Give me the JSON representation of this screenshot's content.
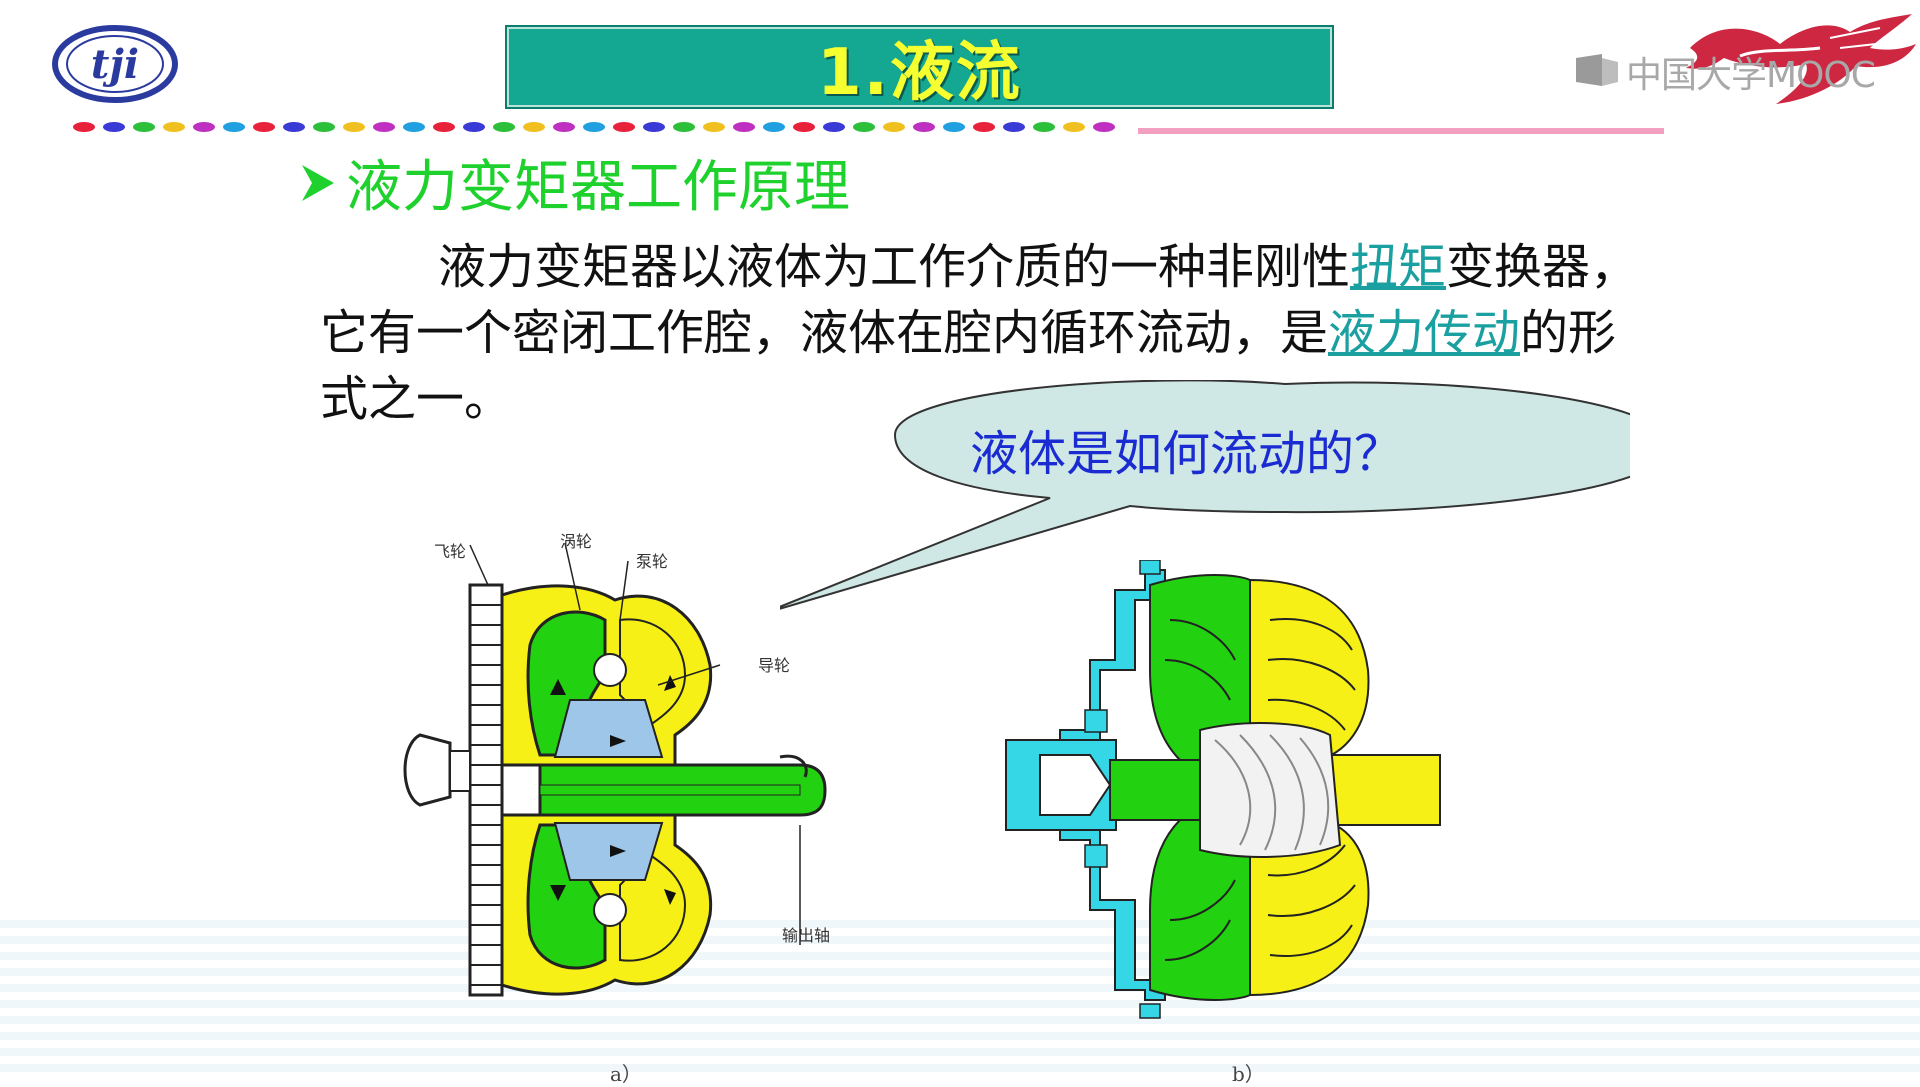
{
  "slide": {
    "title": "1.液流",
    "watermark": "中国大学MOOC",
    "heading_arrow": "➢",
    "heading": "液力变矩器工作原理",
    "para": {
      "p1": "液力变矩器以液体为工作介质的一种非刚性",
      "link1": "扭矩",
      "p2": "变换器，它有一个密闭工作腔，液体在腔内循环流动，是",
      "link2": "液力传动",
      "p3": "的形式之一。"
    },
    "bubble": "液体是如何流动的？",
    "figure_a": {
      "labels": {
        "flywheel": "飞轮",
        "turbine": "涡轮",
        "pump": "泵轮",
        "stator": "导轮",
        "output_shaft": "输出轴"
      },
      "caption": "a）"
    },
    "figure_b": {
      "caption": "b）"
    }
  },
  "colors": {
    "title_bg": "#14a892",
    "title_text": "#f6ff2f",
    "heading": "#1fd12d",
    "link": "#1aa0a0",
    "bubble_fill": "#cfe8e6",
    "bubble_text": "#1a2bd1",
    "turbine": "#22d10f",
    "pump": "#f6f016",
    "stator": "#9ec6e8"
  },
  "icons": [
    "university-logo-icon",
    "mooc-logo-icon",
    "dragon-logo-icon",
    "arrow-bullet-icon"
  ]
}
